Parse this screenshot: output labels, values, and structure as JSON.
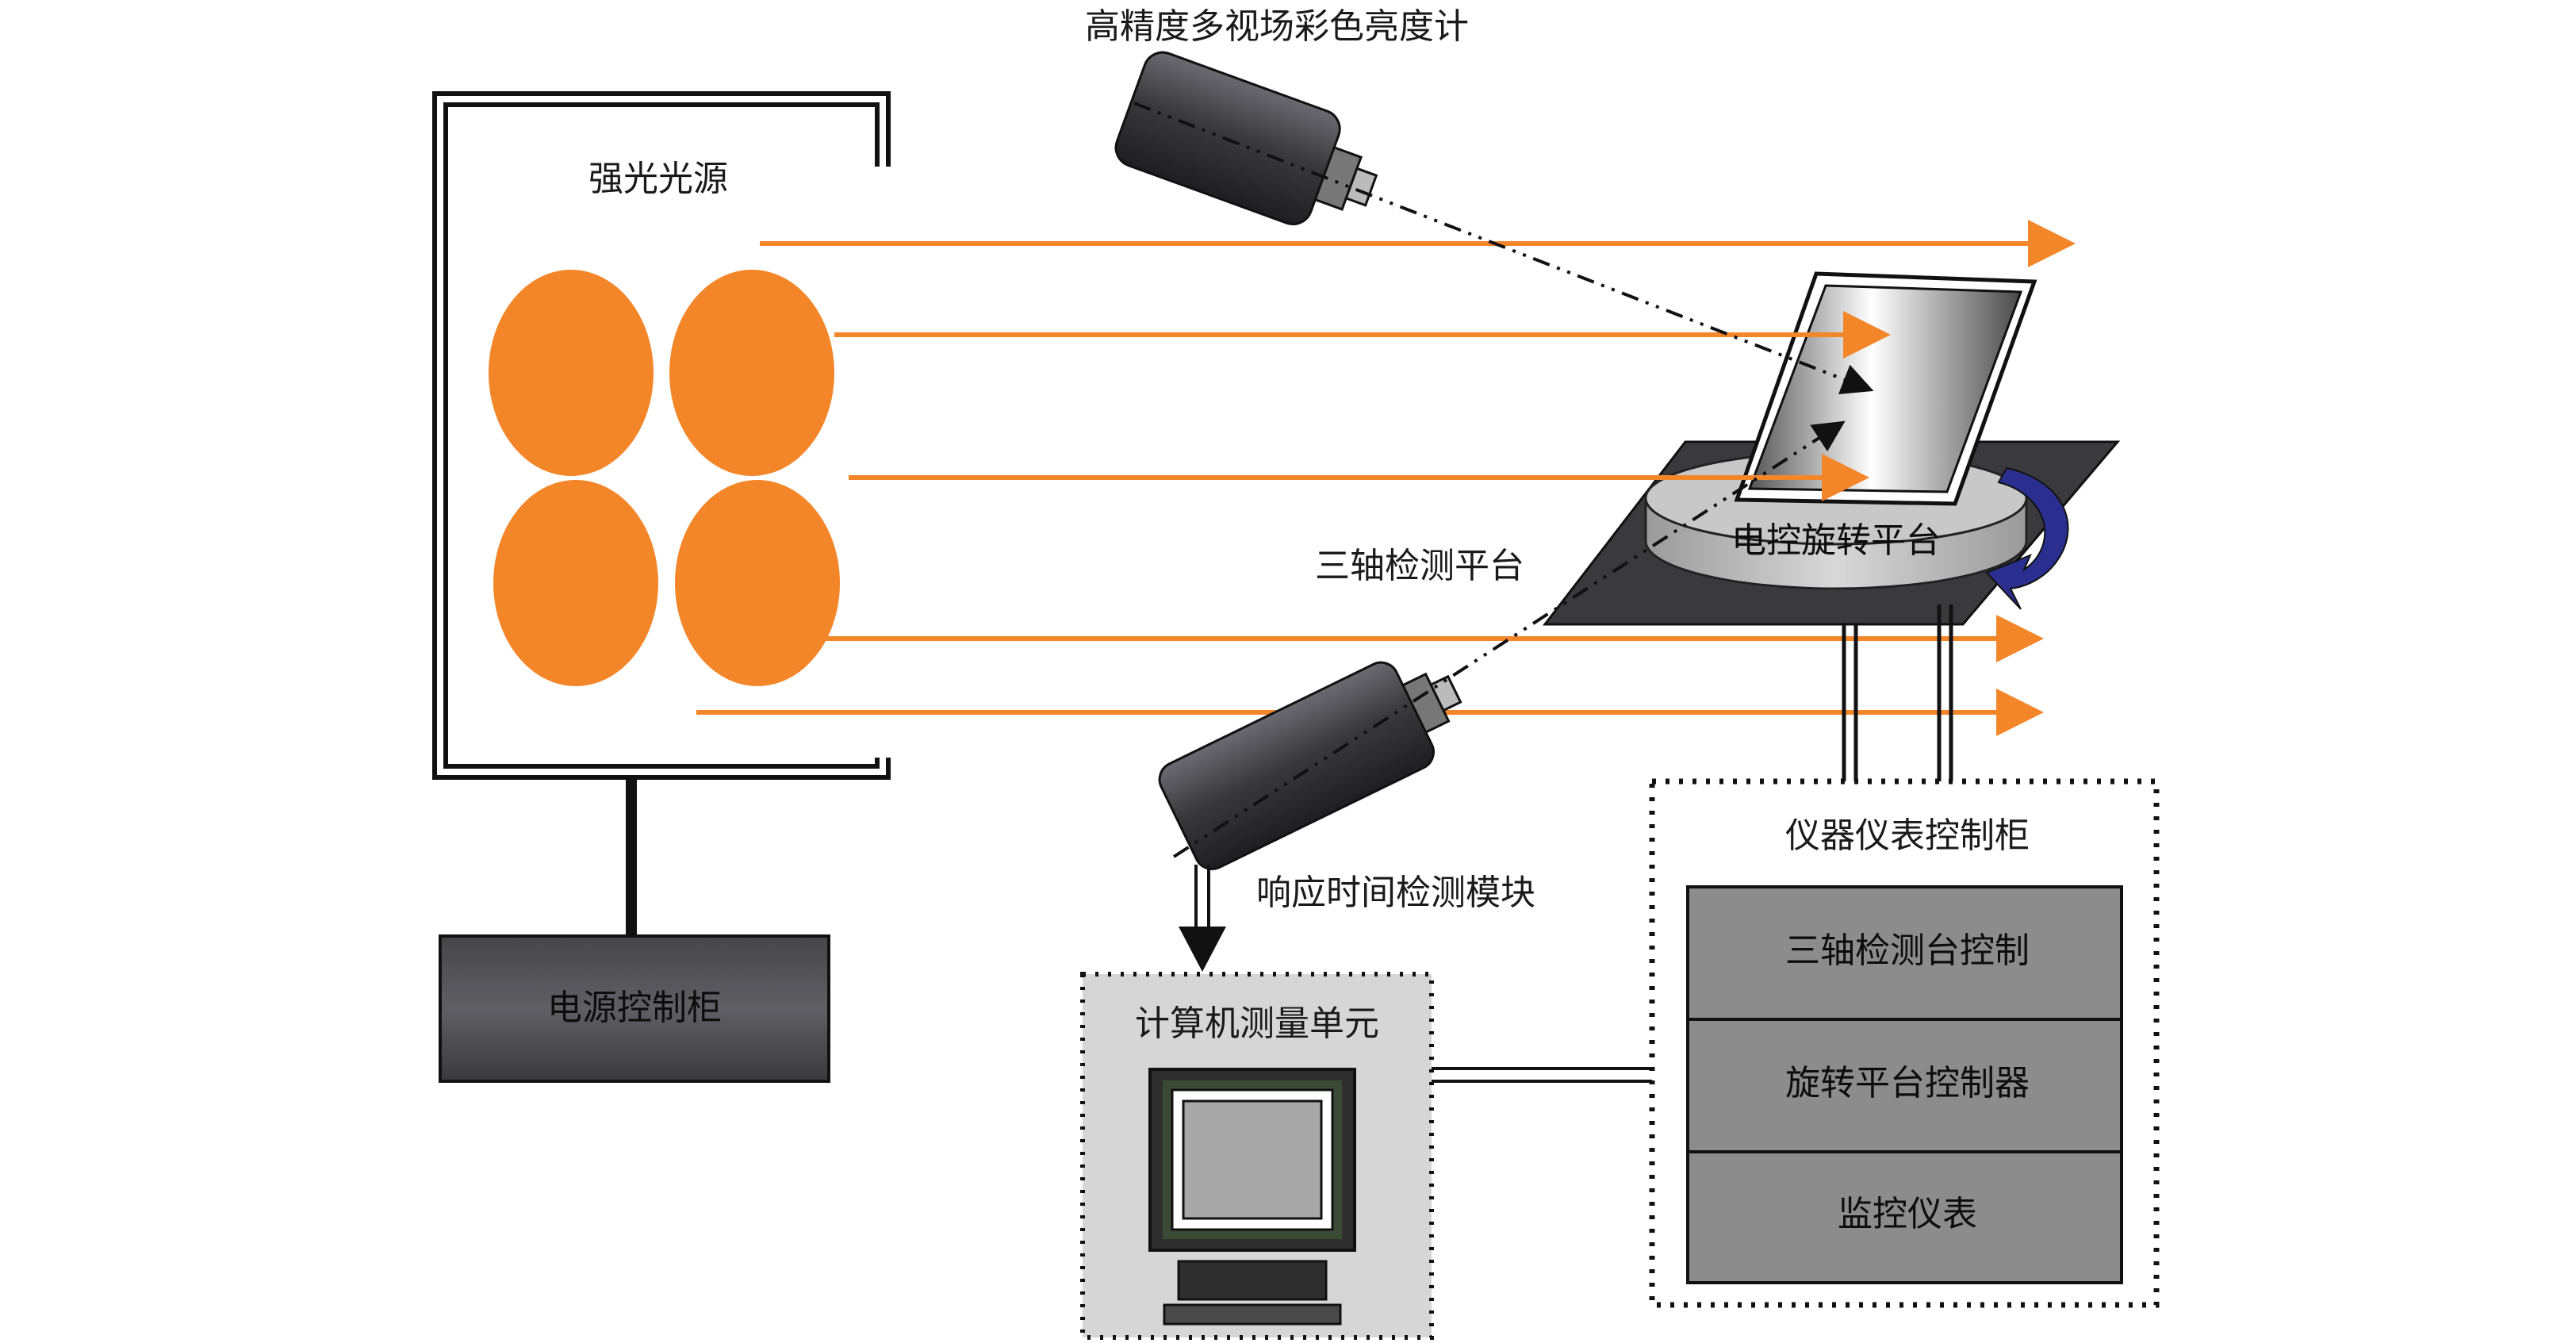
{
  "labels": {
    "light_source": "强光光源",
    "luminance_meter": "高精度多视场彩色亮度计",
    "three_axis_platform": "三轴检测平台",
    "rotary_platform": "电控旋转平台",
    "response_module": "响应时间检测模块",
    "power_cabinet": "电源控制柜",
    "computer_unit": "计算机测量单元",
    "instrument_cabinet": "仪器仪表控制柜",
    "three_axis_control": "三轴检测台控制",
    "rotary_controller": "旋转平台控制器",
    "monitor_instrument": "监控仪表"
  },
  "colors": {
    "light_orange": "#F4862A",
    "dark_gray": "#3a3a3e",
    "mid_gray": "#8c8c8c",
    "light_gray": "#d6d6d6",
    "rotation_arrow": "#2a2f8f"
  },
  "icons": {
    "computer": "monitor-icon",
    "rotation": "rotate-arrow-icon"
  }
}
